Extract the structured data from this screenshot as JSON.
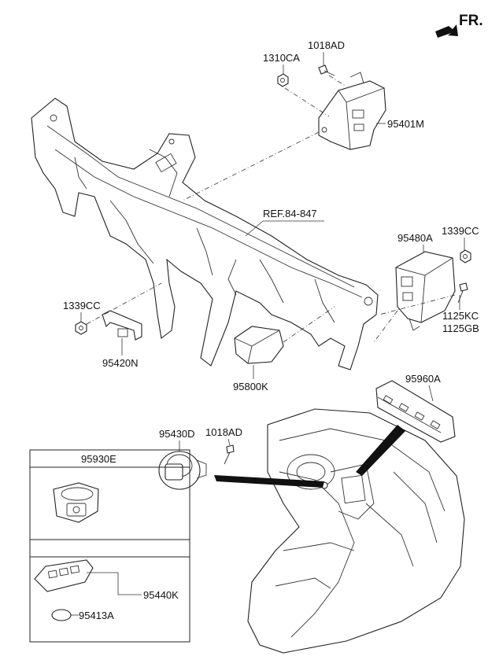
{
  "direction_label": "FR.",
  "reference_label": "REF.84-847",
  "parts": {
    "p1310ca": "1310CA",
    "p1018ad_top": "1018AD",
    "p95401m": "95401M",
    "p95480a": "95480A",
    "p1339cc_right": "1339CC",
    "p1125kc": "1125KC",
    "p1125gb": "1125GB",
    "p1339cc_left": "1339CC",
    "p95420n": "95420N",
    "p95800k": "95800K",
    "p95960a": "95960A",
    "p95430d": "95430D",
    "p1018ad_mid": "1018AD",
    "p95930e": "95930E",
    "p95440k": "95440K",
    "p95413a": "95413A"
  }
}
